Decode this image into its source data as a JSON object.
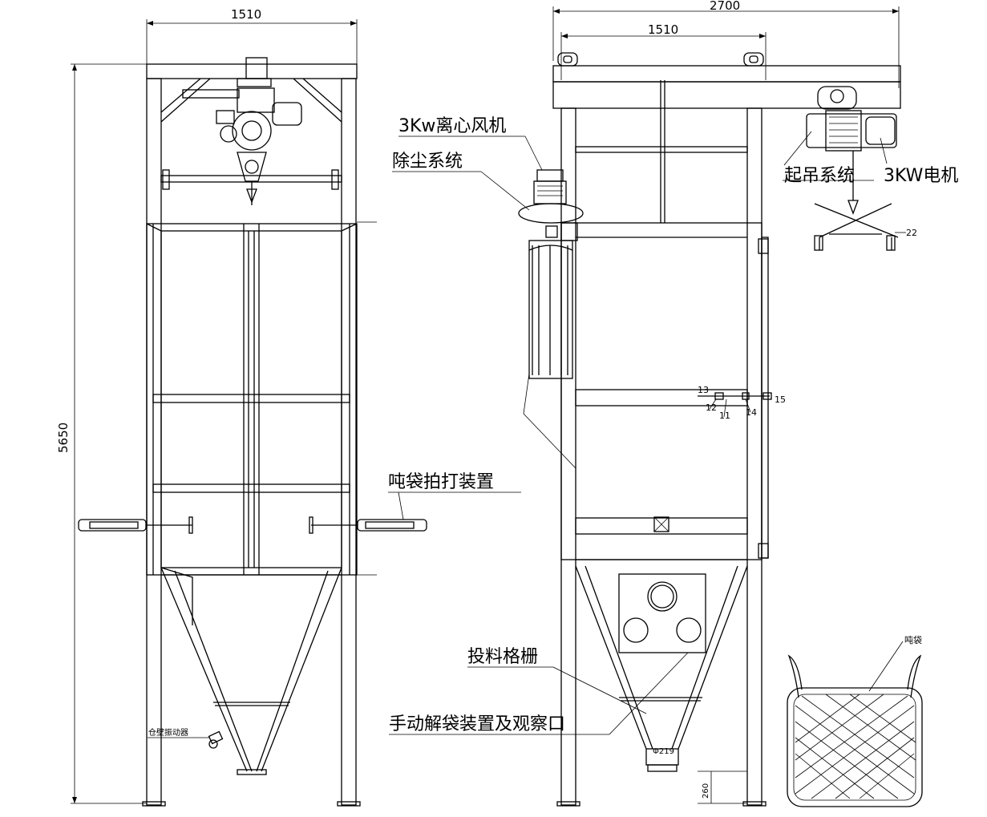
{
  "dimensions": {
    "left_width": "1510",
    "right_total_width": "2700",
    "right_inner_width": "1510",
    "overall_height": "5650",
    "leg_height": "260"
  },
  "labels": {
    "fan": "3Kw离心风机",
    "dust_removal": "除尘系统",
    "hoisting_system": "起吊系统",
    "motor": "3KW电机",
    "bag_beating": "吨袋拍打装置",
    "feeding_grate": "投料格栅",
    "manual_unpacking": "手动解袋装置及观察口",
    "ton_bag": "吨袋",
    "wall_vibrator": "仓壁振动器",
    "size_219": "Φ219"
  },
  "part_numbers": {
    "p11": "11",
    "p12": "12",
    "p13": "13",
    "p14": "14",
    "p15": "15",
    "p22": "22"
  }
}
